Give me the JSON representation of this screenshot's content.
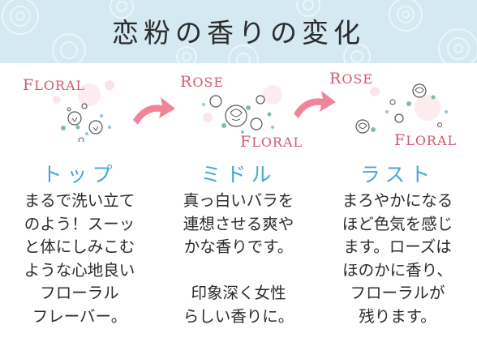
{
  "title": "恋粉の香りの変化",
  "colors": {
    "header_bg": "#d5e9f3",
    "label": "#d15a72",
    "stage": "#4aa7d9",
    "arrow": "#f2849a",
    "text": "#2b2b2b"
  },
  "stages": [
    {
      "labels": [
        "FLORAL"
      ],
      "name": "トップ",
      "lines": [
        "まるで洗い立て",
        "のよう！スーッ",
        "と体にしみこむ",
        "ような心地良い",
        "フローラル",
        "フレーバー。"
      ]
    },
    {
      "labels": [
        "ROSE",
        "FLORAL"
      ],
      "name": "ミドル",
      "lines": [
        "真っ白いバラを",
        "連想させる爽や",
        "かな香りです。",
        "",
        "印象深く女性",
        "らしい香りに。"
      ]
    },
    {
      "labels": [
        "ROSE",
        "FLORAL"
      ],
      "name": "ラスト",
      "lines": [
        "まろやかになる",
        "ほど色気を感じ",
        "ます。ローズは",
        "ほのかに香り、",
        "フローラルが",
        "残ります。"
      ]
    }
  ]
}
